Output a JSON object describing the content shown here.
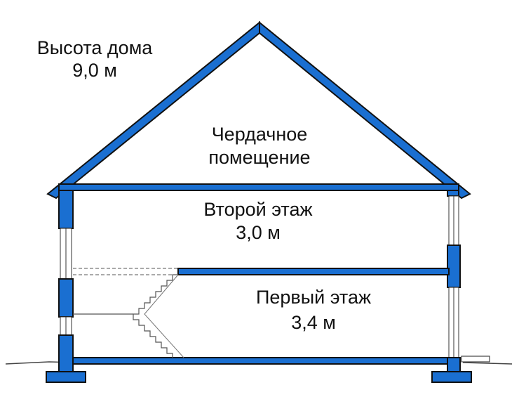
{
  "house_height": {
    "label": "Высота дома",
    "value": "9,0 м"
  },
  "attic": {
    "line1": "Чердачное",
    "line2": "помещение"
  },
  "second_floor": {
    "label": "Второй этаж",
    "height": "3,0 м"
  },
  "first_floor": {
    "label": "Первый этаж",
    "height": "3,4 м"
  },
  "colors": {
    "structure": "#1a6fd1",
    "outline": "#111111",
    "line": "#444444",
    "background": "#ffffff"
  }
}
